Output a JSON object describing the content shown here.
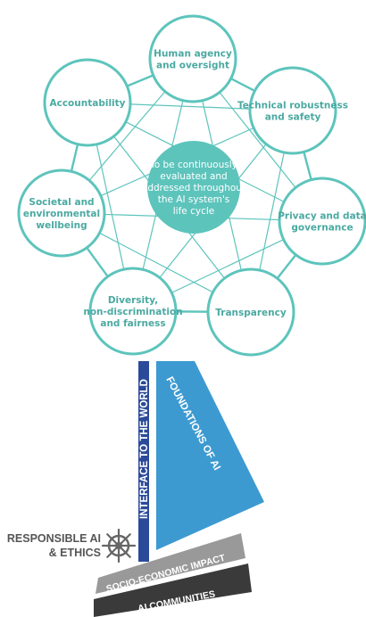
{
  "colors": {
    "teal": "#5dc4bc",
    "teal_text": "#4aa9a1",
    "navy": "#2b4a9a",
    "blue": "#3d9ad1",
    "gray": "#999999",
    "dark": "#3a3a3a"
  },
  "requirements": {
    "center": [
      "To be continuously",
      "evaluated and",
      "addressed throughout",
      "the AI system's",
      "life cycle"
    ],
    "nodes": [
      {
        "lines": [
          "Human agency",
          "and oversight"
        ]
      },
      {
        "lines": [
          "Technical robustness",
          "and safety"
        ]
      },
      {
        "lines": [
          "Privacy and data",
          "governance"
        ]
      },
      {
        "lines": [
          "Transparency"
        ]
      },
      {
        "lines": [
          "Diversity,",
          "non-discrimination",
          "and fairness"
        ]
      },
      {
        "lines": [
          "Societal and",
          "environmental",
          "wellbeing"
        ]
      },
      {
        "lines": [
          "Accountability"
        ]
      }
    ]
  },
  "stack": {
    "interface_label": "INTERFACE TO THE WORLD",
    "foundations_label": "FOUNDATIONS OF AI",
    "responsible_label_1": "RESPONSIBLE AI",
    "responsible_label_2": "& ETHICS",
    "socio_label": "SOCIO-ECONOMIC IMPACT",
    "communities_label": "AI COMMUNITIES",
    "wheel_icon": "ship-wheel-icon"
  }
}
